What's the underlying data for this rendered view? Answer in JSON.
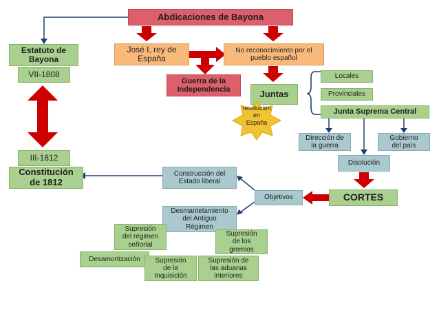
{
  "diagram": {
    "colors": {
      "red": "#dd5f6b",
      "orange": "#f9b97a",
      "green": "#a9d08e",
      "blue": "#a9c9cf",
      "arrow_red": "#cc0000",
      "line": "#1f3d6e",
      "star": "#f1c232"
    },
    "nodes": {
      "abdicaciones": "Abdicaciones de Bayona",
      "jose": "José I, rey de\nEspaña",
      "no_reconocimiento": "No reconocimiento por el\npueblo español",
      "estatuto": "Estatuto de\nBayona",
      "vii_1808": "VII-1808",
      "guerra": "Guerra de la\nIndependencia",
      "juntas": "Juntas",
      "locales": "Locales",
      "provinciales": "Provinciales",
      "junta_suprema": "Junta Suprema Central",
      "revolucion": "revolución\nen\nEspaña",
      "direccion_guerra": "Dirección de\nla guerra",
      "gobierno_pais": "Gobierno\ndel país",
      "disolucion": "Disolución",
      "iii_1812": "III-1812",
      "constitucion": "Constitución\nde 1812",
      "construccion": "Construcción del\nEstado liberal",
      "objetivos": "Objetivos",
      "cortes": "CORTES",
      "desmantelamiento": "Desmantelamiento\ndel Antiguo\nRégimen",
      "supresion_senorial": "Supresión\ndel régimen\nseñorial",
      "supresion_gremios": "Supresión\nde los\ngremios",
      "desamortizacion": "Desamortización",
      "supresion_inquisicion": "Supresión\nde la\nInquisición",
      "supresion_aduanas": "Supresión de\nlas aduanas\ninteriores"
    }
  }
}
